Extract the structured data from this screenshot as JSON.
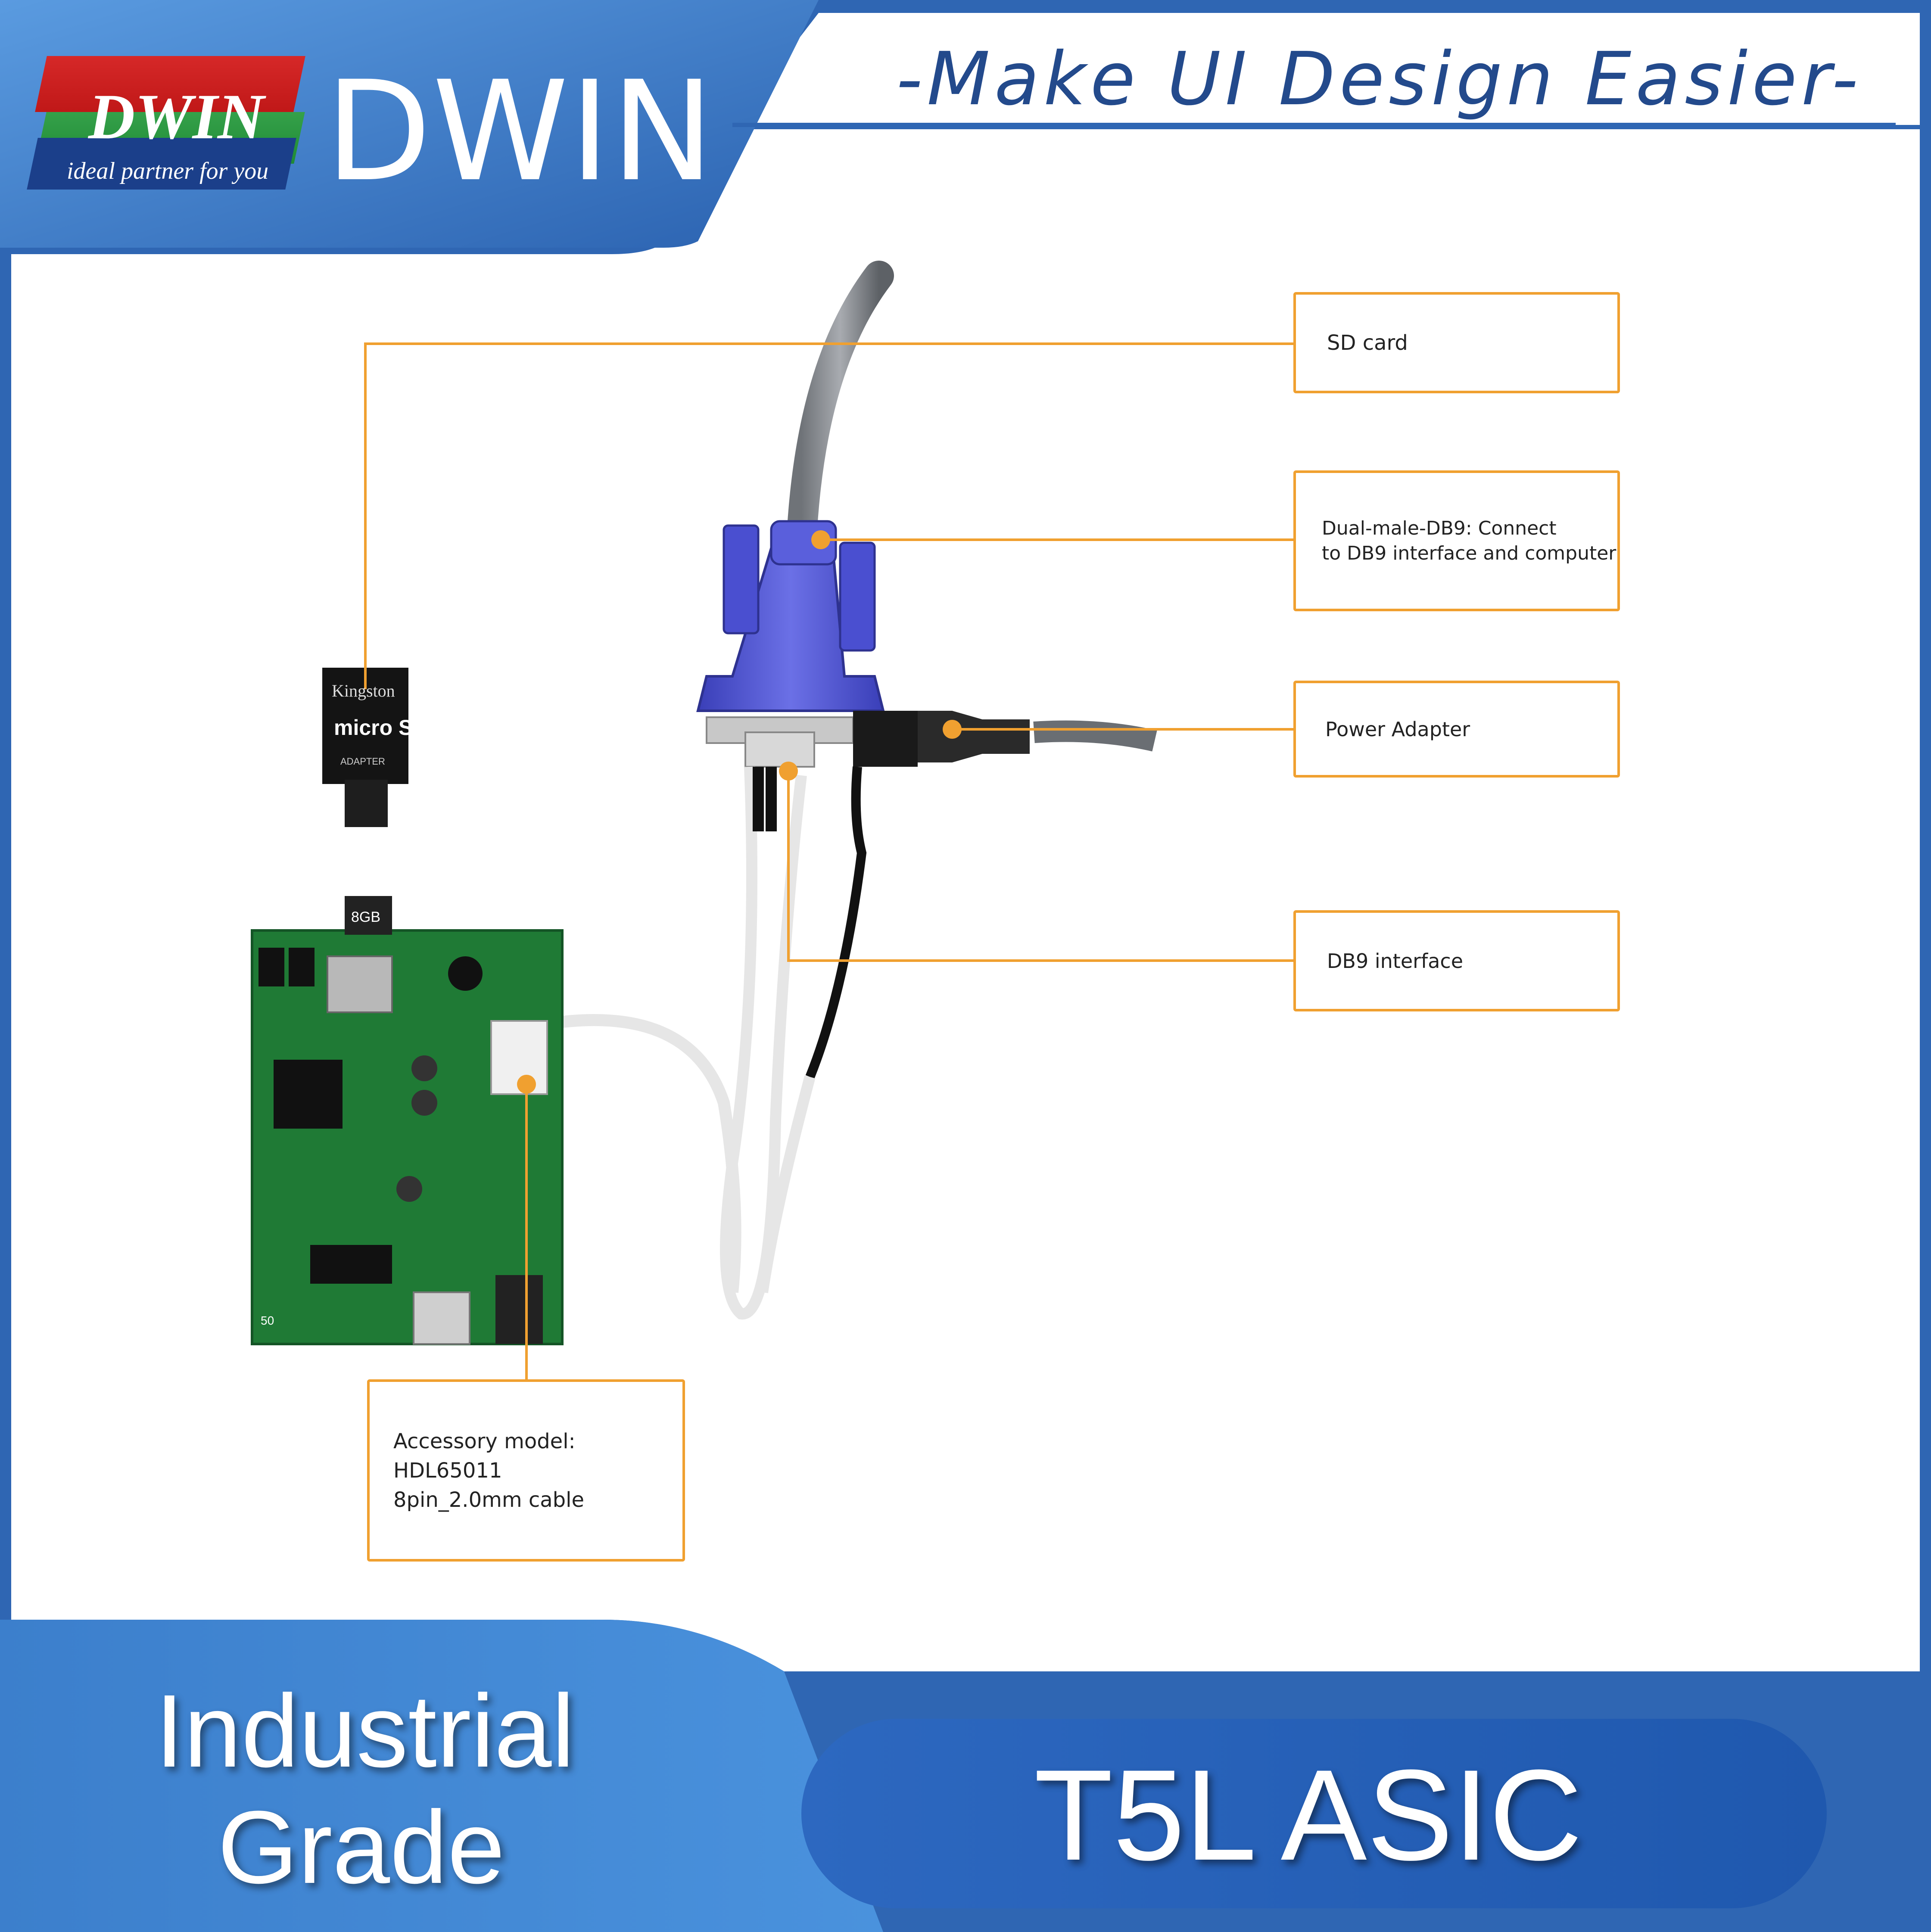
{
  "header": {
    "logo_badge_text": "DWIN",
    "logo_slogan": "ideal partner for you",
    "brand": "DWIN",
    "tagline": "-Make UI Design Easier-"
  },
  "callouts": {
    "sd_card": "SD card",
    "db9_male_line1": "Dual-male-DB9: Connect",
    "db9_male_line2": "to DB9 interface and computer",
    "power_adapter": "Power Adapter",
    "db9_interface": "DB9 interface",
    "accessory_line1": "Accessory model: HDL65011",
    "accessory_line2": "8pin_2.0mm cable"
  },
  "product_labels": {
    "sd_brand": "Kingston",
    "sd_type": "micro SD",
    "sd_adapter": "ADAPTER",
    "card_capacity": "8GB",
    "board_number": "50"
  },
  "footer": {
    "left_line1": "Industrial",
    "left_line2": "Grade",
    "right": "T5L ASIC"
  },
  "colors": {
    "brand_blue": "#2f66b3",
    "light_blue": "#4a8fd6",
    "callout_orange": "#f0a030",
    "tagline_blue": "#234a8c",
    "pcb_green": "#1f7a35",
    "connector_blue": "#4a4fd0"
  }
}
